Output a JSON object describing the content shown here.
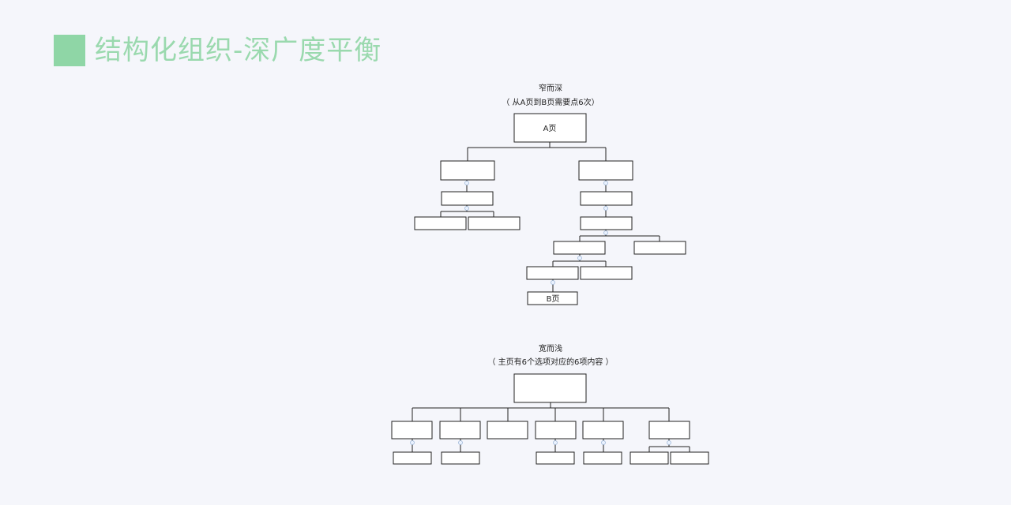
{
  "header": {
    "title": "结构化组织-深广度平衡",
    "accent_color": "#8fd6a6"
  },
  "narrow_deep": {
    "heading": "窄而深",
    "subheading": "（ 从A页到B页需要点6次）",
    "start_label": "A页",
    "end_label": "B页"
  },
  "wide_shallow": {
    "heading": "宽而浅",
    "subheading": "（ 主页有6个选项对应的6项内容 ）"
  }
}
